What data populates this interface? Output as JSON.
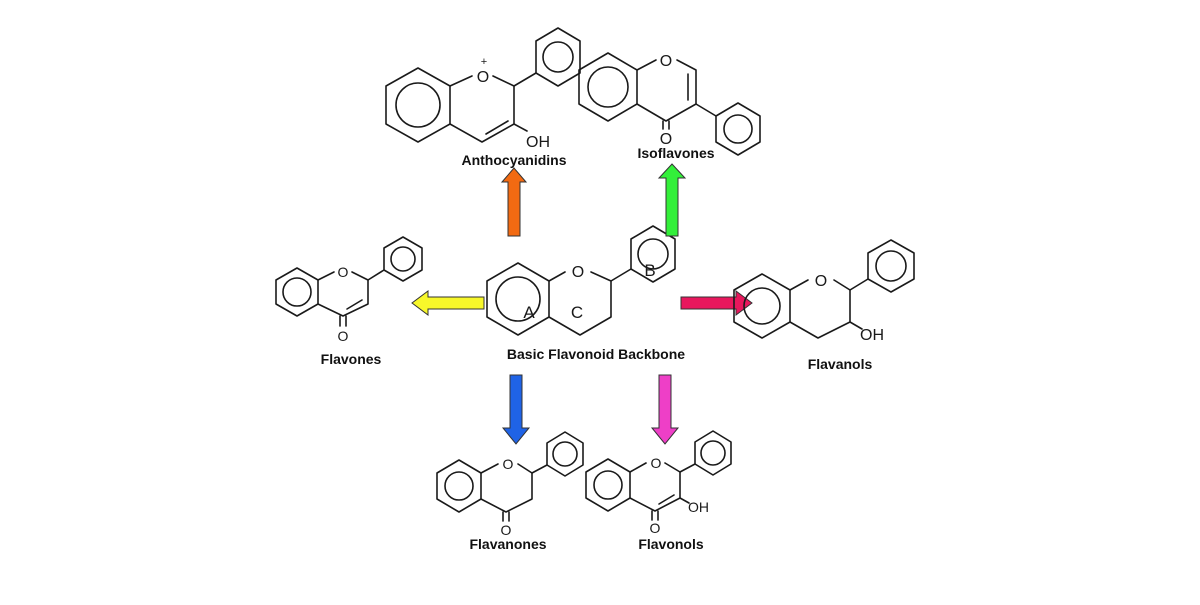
{
  "labels": {
    "center": "Basic Flavonoid Backbone",
    "anthocyanidins": "Anthocyanidins",
    "isoflavones": "Isoflavones",
    "flavones": "Flavones",
    "flavanols": "Flavanols",
    "flavanones": "Flavanones",
    "flavonols": "Flavonols"
  },
  "rings": {
    "a": "A",
    "b": "B",
    "c": "C"
  },
  "atoms": {
    "oxygen": "O",
    "hydroxyl": "OH",
    "plus": "+"
  },
  "arrows": {
    "anthocyanidins": {
      "color": "#f26a12"
    },
    "isoflavones": {
      "color": "#33f03a"
    },
    "flavones": {
      "color": "#f7f72a"
    },
    "flavanols": {
      "color": "#e8175d"
    },
    "flavanones": {
      "color": "#1f63e6"
    },
    "flavonols": {
      "color": "#ee3fc7"
    }
  }
}
